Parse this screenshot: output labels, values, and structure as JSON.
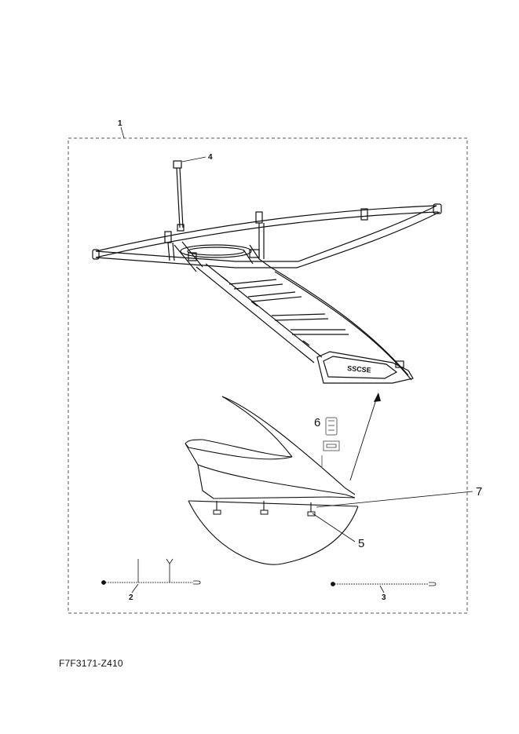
{
  "callouts": {
    "c1": "1",
    "c2": "2",
    "c3": "3",
    "c4": "4",
    "c5": "5",
    "c6": "6",
    "c7": "7"
  },
  "badge_text": "SSCSE",
  "diagram_code": "F7F3171-Z410"
}
